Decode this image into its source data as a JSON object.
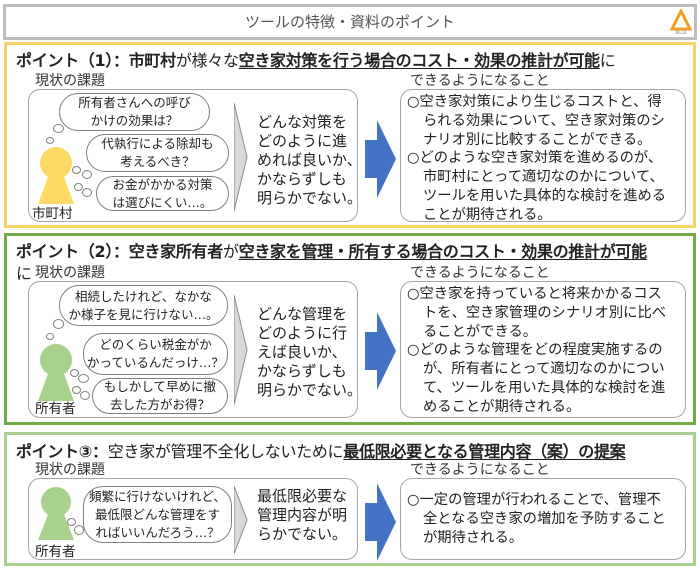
{
  "header": {
    "title": "ツールの特徴・資料のポイント",
    "logo_text": "BILLB",
    "logo_color": "#f0a020"
  },
  "colors": {
    "section1_border": "#f7d36a",
    "section2_border": "#70ad47",
    "section3_border": "#a9d18e",
    "arrow": "#4472c4",
    "person_yellow": "#ffd966",
    "person_green": "#a9d18e"
  },
  "sections": [
    {
      "heading": [
        "ポイント（1）：",
        "市町村",
        "が様々な",
        "空き家対策を行う場合のコスト・効果の推計が可能",
        "に"
      ],
      "issue_label": "現状の課題",
      "result_label": "できるようになること",
      "actor": "市町村",
      "bubbles": [
        "所有者さんへの呼び\nかけの効果は？",
        "代執行による除却も\n考えるべき？",
        "お金がかかる対策\nは選びにくい…。"
      ],
      "problem": "どんな対策を\nどのように進\nめれば良いか、\nかならずしも\n明らかでない。",
      "results": [
        "○空き家対策により生じるコストと、得\nられる効果について、空き家対策のシ\nナリオ別に比較することができる。",
        "○どのような空き家対策を進めるのが、\n市町村にとって適切なのかについて、\nツールを用いた具体的な検討を進める\nことが期待される。"
      ]
    },
    {
      "heading": [
        "ポイント（2）：",
        "空き家所有者",
        "が",
        "空き家を管理・所有する場合のコスト・効果の推計が可能",
        "に"
      ],
      "issue_label": "現状の課題",
      "result_label": "できるようになること",
      "actor": "所有者",
      "bubbles": [
        "相続したけれど、なかな\nか様子を見に行けない…。",
        "どのくらい税金がか\nかっているんだっけ…？",
        "もしかして早めに撤\n去した方がお得？"
      ],
      "problem": "どんな管理を\nどのように行\nえば良いか、\nかならずしも\n明らかでない。",
      "results": [
        "○空き家を持っていると将来かかるコス\nトを、空き家管理のシナリオ別に比べ\nることができる。",
        "○どのような管理をどの程度実施するの\nが、所有者にとって適切なのかについ\nて、ツールを用いた具体的な検討を進\nめることが期待される。"
      ]
    },
    {
      "heading": [
        "ポイント③：",
        "空き家が管理不全化しないために",
        "最低限必要となる管理内容（案）の提案"
      ],
      "issue_label": "現状の課題",
      "result_label": "できるようになること",
      "actor": "所有者",
      "bubbles": [
        "頻繁に行けないけれど、\n最低限どんな管理をす\nればいいんだろう…？"
      ],
      "problem": "最低限必要な\n管理内容が明\nらかでない。",
      "results": [
        "○一定の管理が行われることで、管理不\n全となる空き家の増加を予防すること\nが期待される。"
      ]
    }
  ]
}
